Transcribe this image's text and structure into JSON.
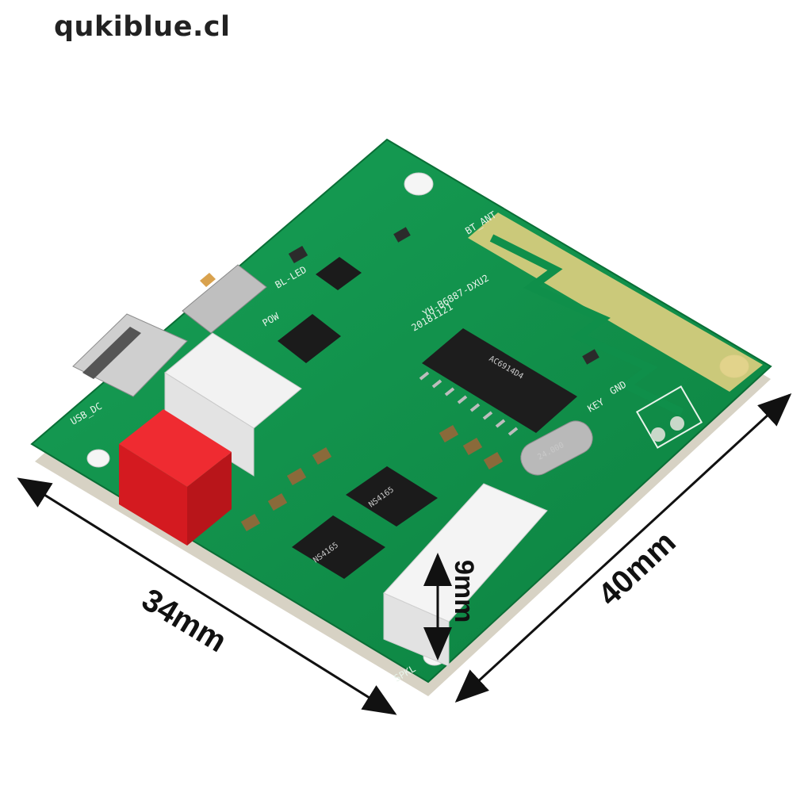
{
  "watermark": "qukiblue.cl",
  "dimensions": {
    "length": "34mm",
    "width": "40mm",
    "connector_height": "9mm"
  },
  "silkscreen": {
    "antenna": "BT_ANT",
    "model": "YH-B6887-DXU2",
    "date": "20181121",
    "led": "BL-LED",
    "power": "POW",
    "gnd": "GND",
    "key": "KEY",
    "spkl": "SPKL",
    "usb": "USB_DC"
  },
  "chips": {
    "main": "AC6914D4",
    "amp1": "NS4165",
    "amp2": "NS4165",
    "crystal": "24.000"
  },
  "colors": {
    "pcb": "#0f8f4a",
    "pcb_edge": "#d9d4c7",
    "antenna": "#dcc97a",
    "connector_white": "#f2f2f2",
    "connector_red": "#e11b22"
  }
}
